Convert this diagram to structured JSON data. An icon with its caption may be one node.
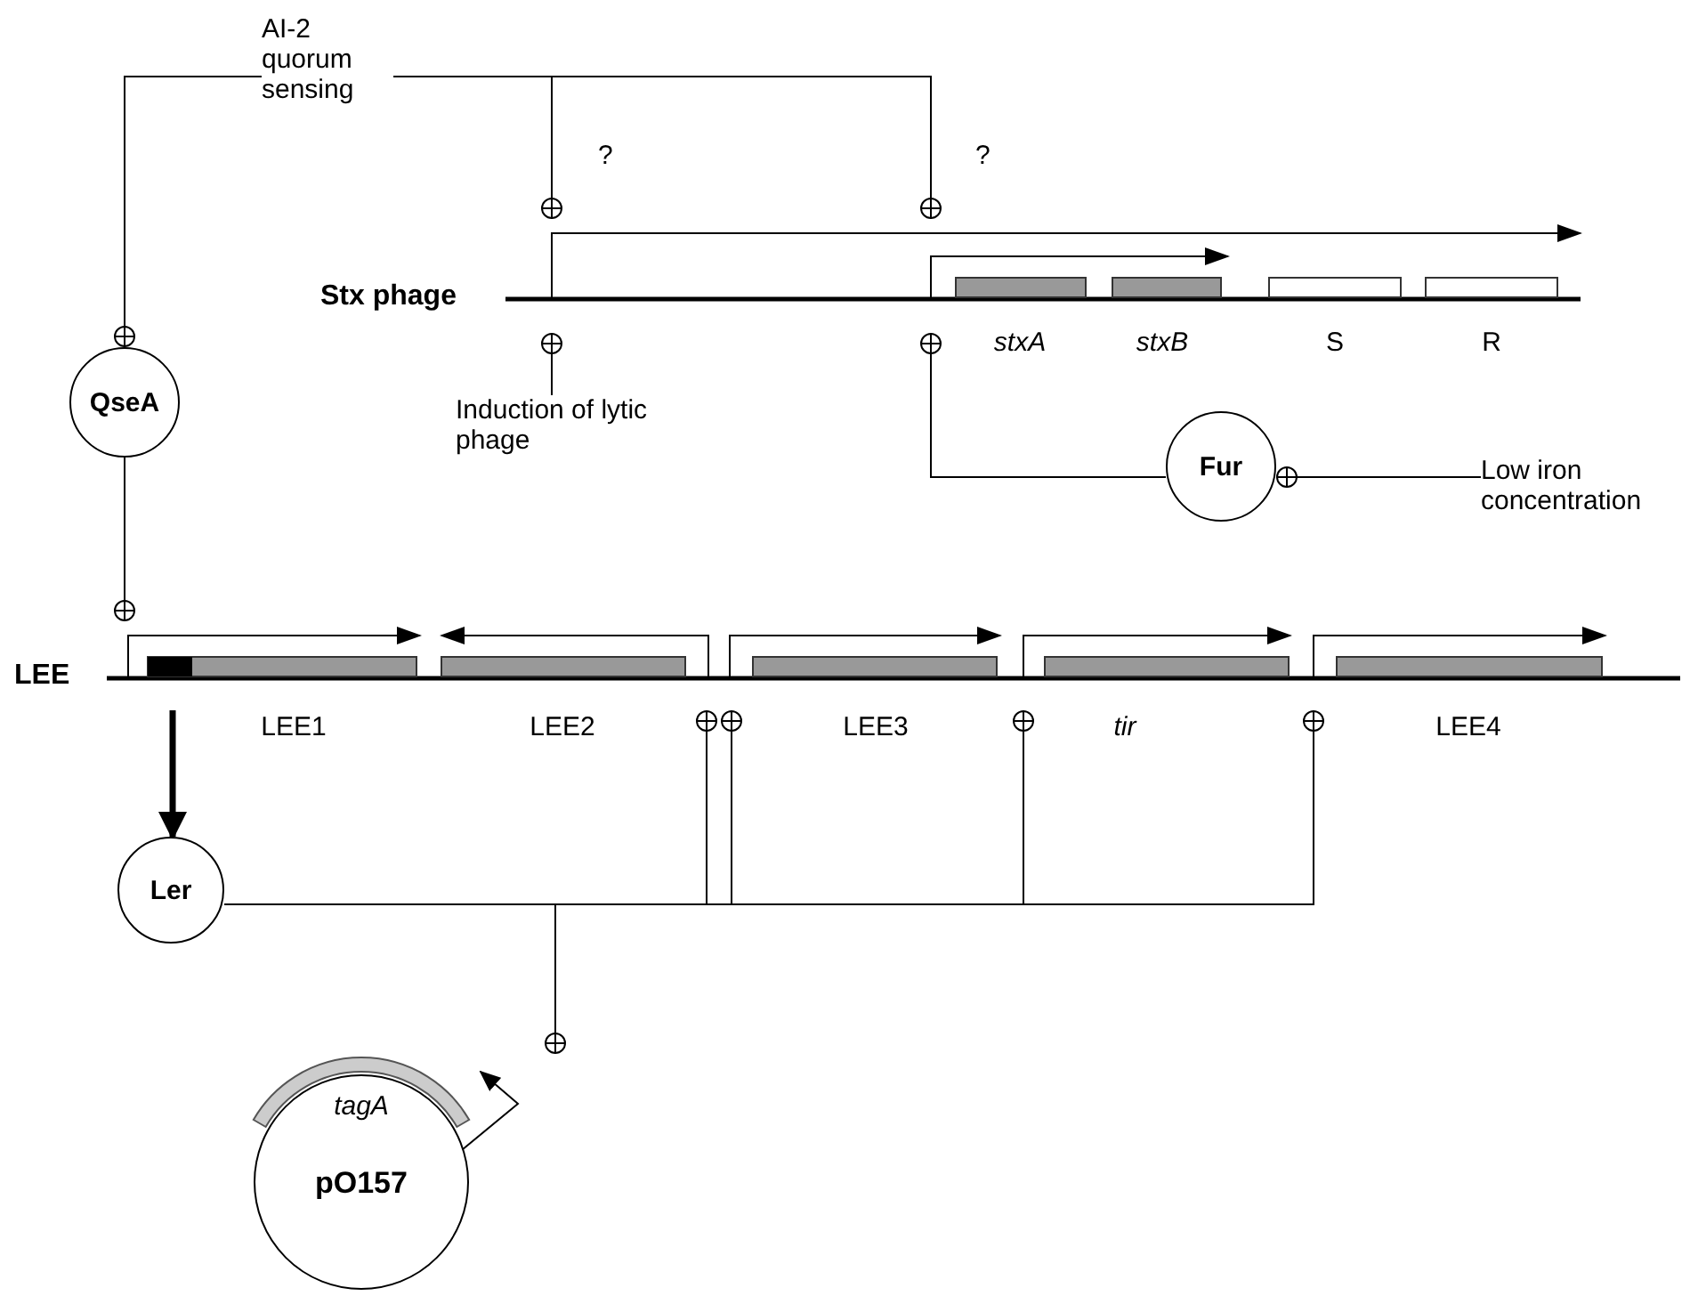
{
  "diagram": {
    "nodes": [
      {
        "text": [
          "AI-2 quorum sensing"
        ]
      },
      {
        "text": [
          "QseA"
        ]
      },
      {
        "text": [
          "Stx phage"
        ],
        "beside": [
          "stxA",
          "stxB",
          "S",
          "R"
        ]
      },
      {
        "text": [
          "Induction of lytic phage"
        ]
      },
      {
        "text": [
          "Fur"
        ]
      },
      {
        "text": [
          "Low iron concentration"
        ]
      },
      {
        "text": [
          "LEE"
        ],
        "beside": [
          "LEE1",
          "LEE2",
          "LEE3",
          "tir",
          "LEE4"
        ]
      },
      {
        "text": [
          "Ler"
        ]
      },
      {
        "text": [
          "tagA",
          "pO157"
        ]
      }
    ],
    "edges": [
      {
        "from": 0,
        "to": 1,
        "arrow": "other"
      },
      {
        "from": 1,
        "to": 6,
        "arrow": "other"
      },
      {
        "from": 0,
        "to": 2,
        "arrow": "other",
        "label": "?"
      },
      {
        "from": 0,
        "to": 2,
        "arrow": "other",
        "label": "?"
      },
      {
        "from": 3,
        "to": 2,
        "arrow": "other"
      },
      {
        "from": 4,
        "to": 2,
        "arrow": "other"
      },
      {
        "from": 5,
        "to": 4,
        "arrow": "other"
      },
      {
        "from": 6,
        "to": 7,
        "arrow": "to",
        "style": "thick"
      },
      {
        "from": 7,
        "to": 6,
        "arrow": "other"
      },
      {
        "from": 7,
        "to": 6,
        "arrow": "other"
      },
      {
        "from": 7,
        "to": 6,
        "arrow": "other"
      },
      {
        "from": 7,
        "to": 6,
        "arrow": "other"
      },
      {
        "from": 7,
        "to": 8,
        "arrow": "other"
      }
    ]
  }
}
